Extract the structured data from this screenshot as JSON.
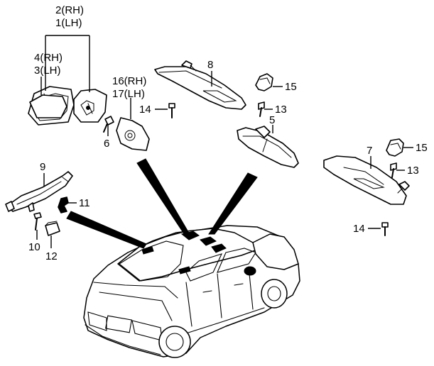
{
  "callouts": {
    "p2_rh": "2(RH)",
    "p1_lh": "1(LH)",
    "p4_rh": "4(RH)",
    "p3_lh": "3(LH)",
    "p16_rh": "16(RH)",
    "p17_lh": "17(LH)",
    "p6": "6",
    "p8": "8",
    "p14_top": "14",
    "p15_top": "15",
    "p13_top": "13",
    "p5": "5",
    "p7": "7",
    "p15_right": "15",
    "p13_right": "13",
    "p14_right": "14",
    "p9": "9",
    "p11": "11",
    "p10": "10",
    "p12": "12"
  }
}
